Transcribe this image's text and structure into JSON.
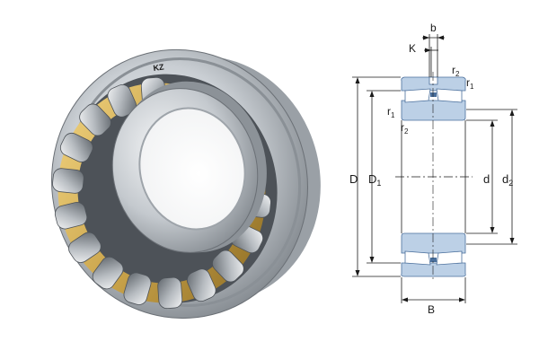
{
  "photo": {
    "brand_mark": "KZ"
  },
  "drawing": {
    "labels": {
      "K": "K",
      "b": "b",
      "r": "r",
      "one": "1",
      "two": "2",
      "D": "D",
      "d": "d",
      "B": "B"
    }
  },
  "colors": {
    "steel_light": "#e9ecef",
    "steel_mid": "#b9bec4",
    "steel_dark": "#6b7076",
    "cage_brass": "#c9a34a",
    "section_fill": "#bcd0e6",
    "section_stroke": "#4a6f9c",
    "line": "#1a1a1a"
  }
}
